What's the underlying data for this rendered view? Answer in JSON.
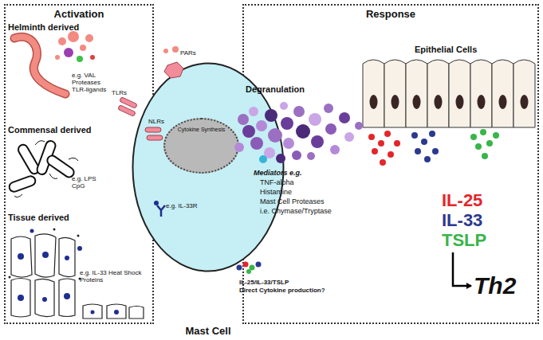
{
  "diagram": {
    "nodes": [
      {
        "text": [
          "Activation"
        ]
      },
      {
        "text": [
          "Response"
        ]
      },
      {
        "text": [
          "Mast Cell"
        ]
      },
      {
        "text": [
          "Cytokine Synthesis"
        ],
        "in": 2
      },
      {
        "text": [
          "IL-25",
          "IL-33",
          "TSLP"
        ],
        "in": 1
      },
      {
        "text": [
          "Th2"
        ],
        "in": 1
      }
    ],
    "edges": [
      {
        "from": 4,
        "to": 5,
        "arrow": "to"
      }
    ],
    "labels": [
      "Helminth derived",
      "e.g. VAL Proteases TLR-ligands",
      "Commensal derived",
      "e.g. LPS CpG",
      "Tissue derived",
      "e.g. IL-33 Heat Shock Proteins",
      "PARs",
      "TLRs",
      "NLRs",
      "e.g. IL-33R",
      "Degranulation",
      "Mediators e.g.",
      "TNF-alpha",
      "Histamine",
      "Mast Cell Proteases",
      "i.e. Chymase/Tryptase",
      "Epithelial Cells",
      "IL-25/IL-33/TSLP",
      "Direct Cytokine production?"
    ]
  }
}
